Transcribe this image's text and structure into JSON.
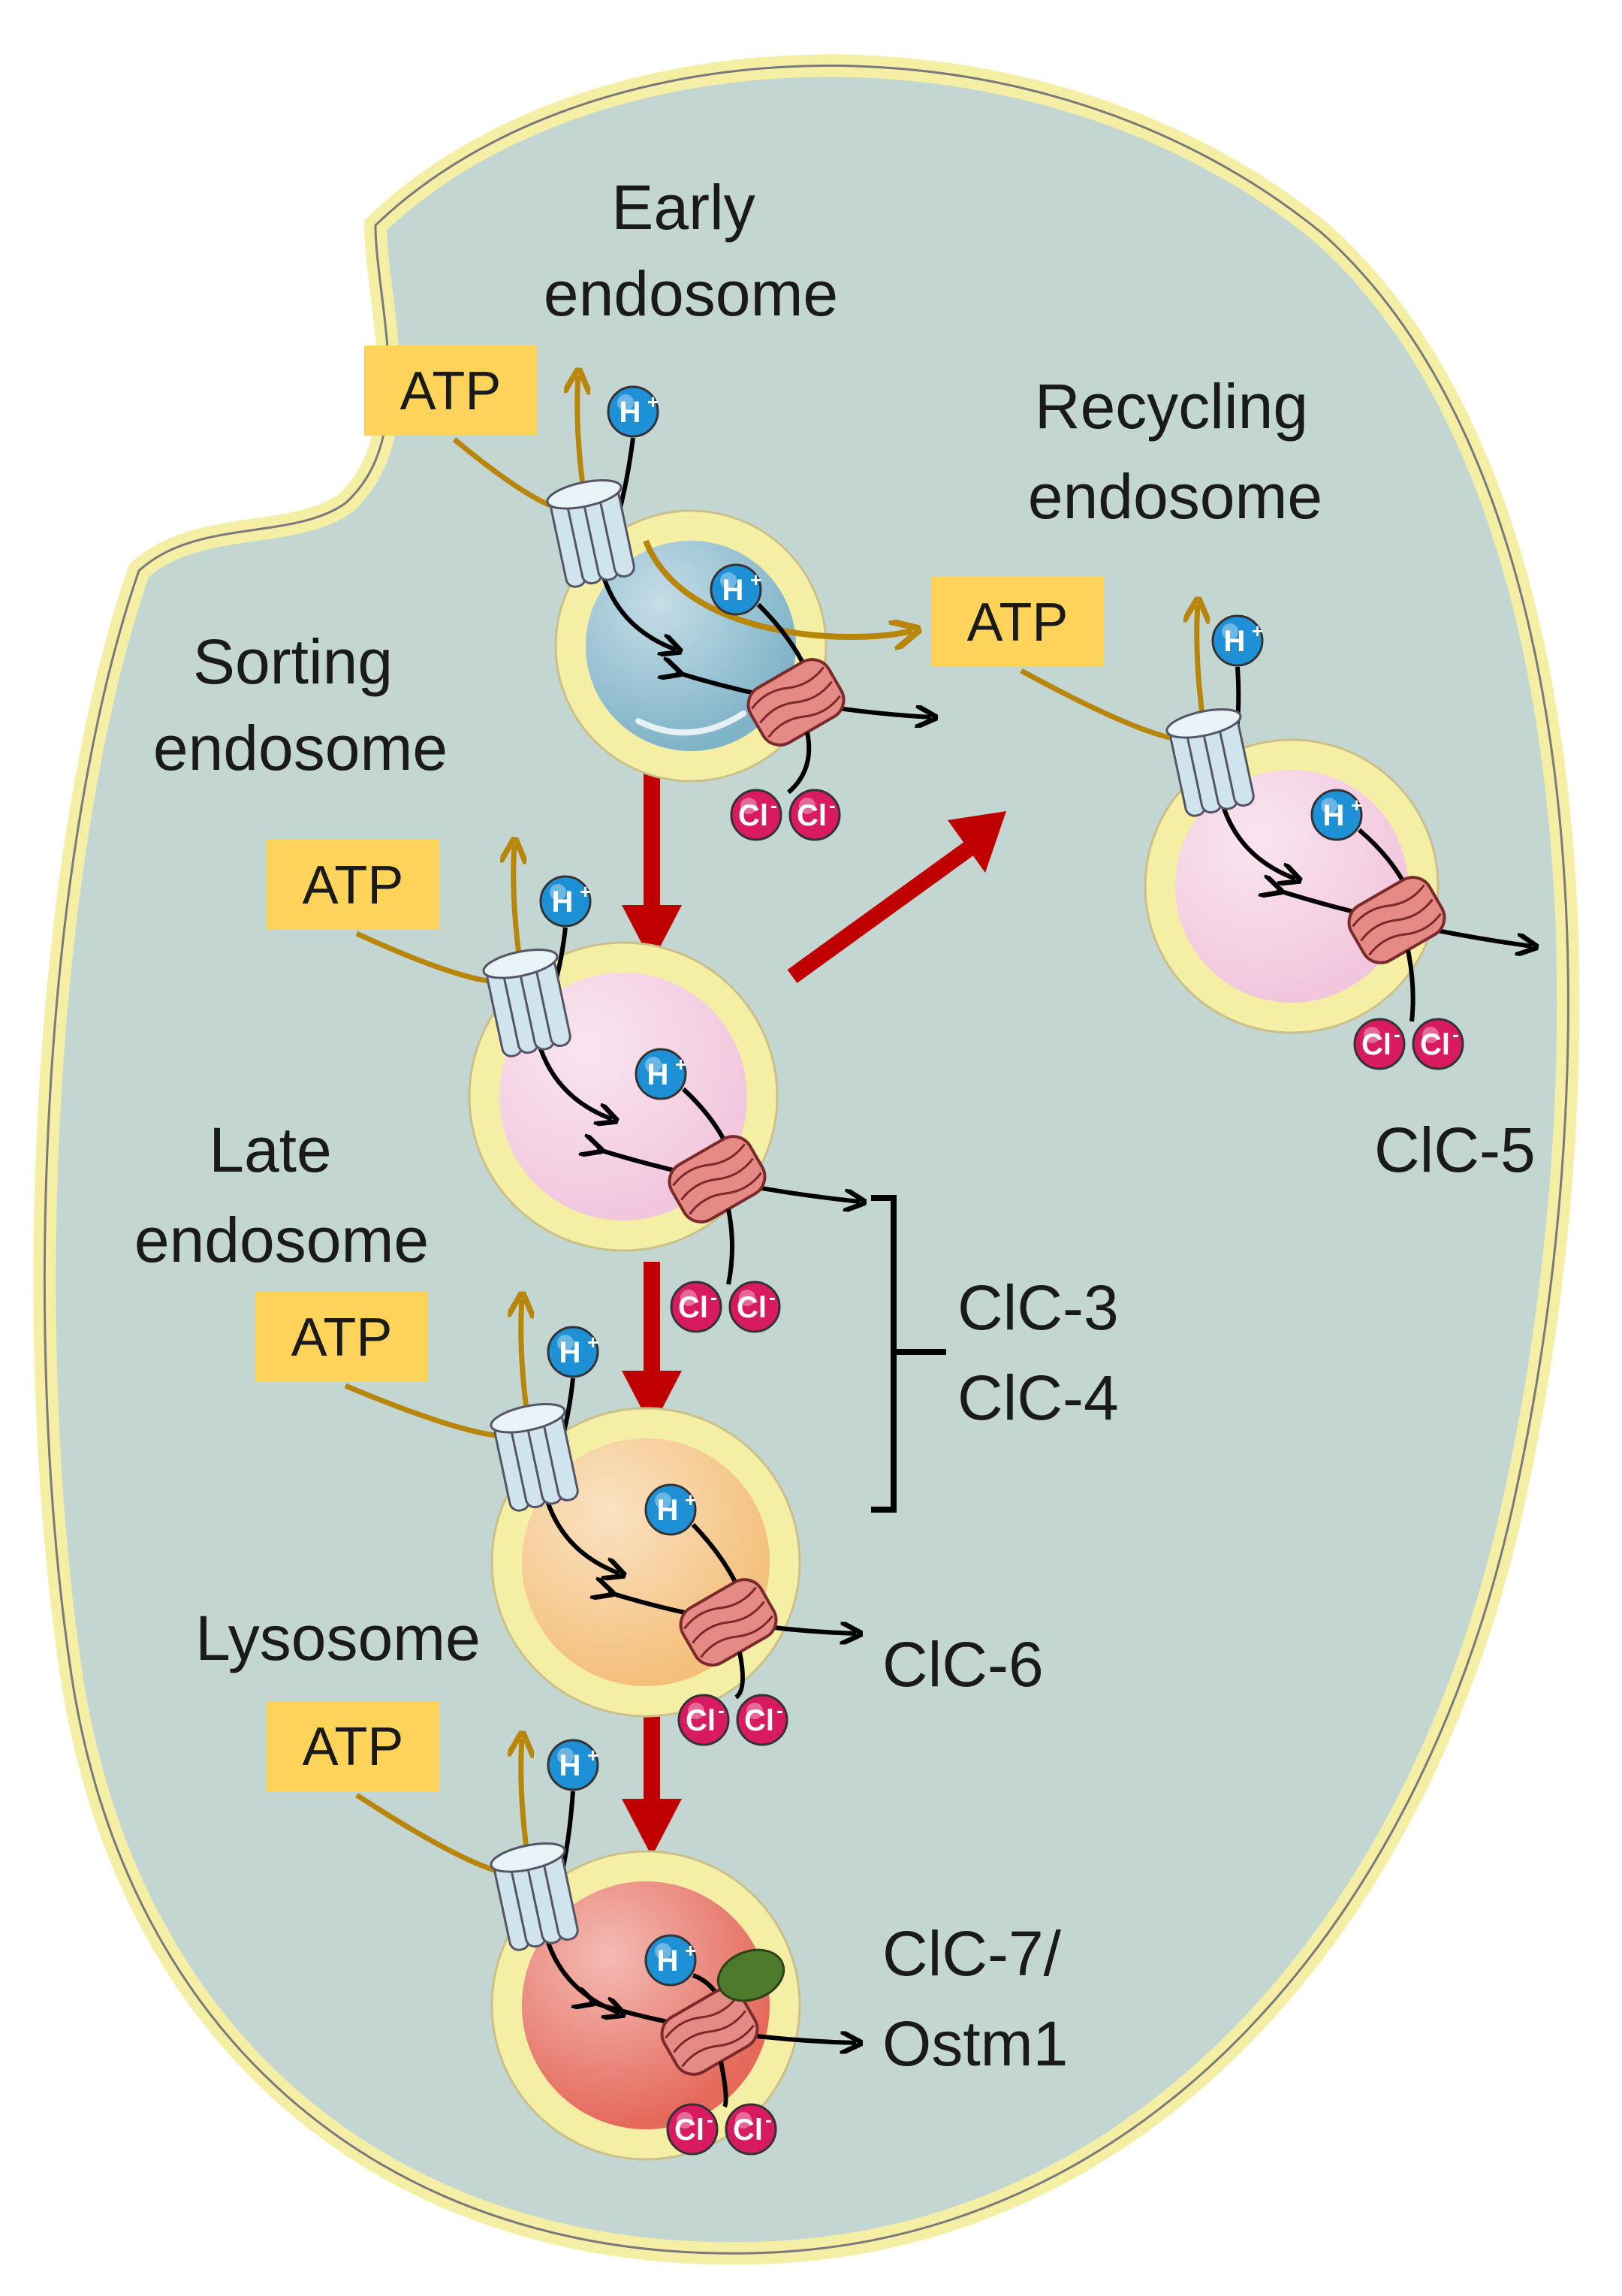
{
  "labels": {
    "early_1": "Early",
    "early_2": "endosome",
    "sorting_1": "Sorting",
    "sorting_2": "endosome",
    "recycling_1": "Recycling",
    "recycling_2": "endosome",
    "late_1": "Late",
    "late_2": "endosome",
    "lysosome": "Lysosome"
  },
  "channels": {
    "clc34_1": "ClC-3",
    "clc34_2": "ClC-4",
    "clc5": "ClC-5",
    "clc6": "ClC-6",
    "clc7_1": "ClC-7/",
    "clc7_2": "Ostm1"
  },
  "tokens": {
    "atp": "ATP",
    "proton": "H",
    "proton_sup": "+",
    "chloride": "Cl",
    "chloride_sup": "-"
  },
  "colors": {
    "cytoplasm": "#c3d6d1",
    "membrane": "#f5efa6",
    "atp_box": "#fdd35a",
    "pathway_arrow": "#c00000",
    "atp_arrow": "#b8860b",
    "proton_ion": "#1e90d6",
    "chloride_ion": "#d81b60",
    "early_lumen": "#7fb3c8",
    "sorting_lumen": "#f2c6dd",
    "recycling_lumen": "#f2c6dd",
    "late_lumen": "#f4bf7a",
    "lysosome_lumen": "#e5685a",
    "ostm1": "#4e7a2c"
  }
}
